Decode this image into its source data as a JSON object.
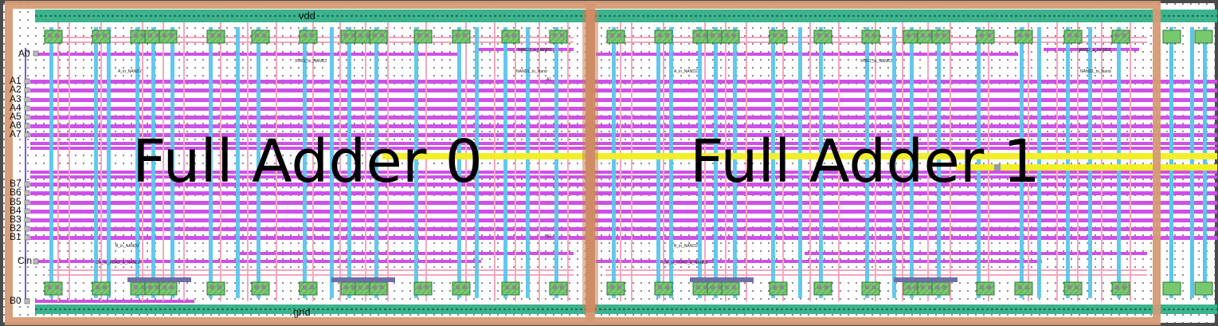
{
  "rails": {
    "vdd": "vdd",
    "gnd": "gnd"
  },
  "blocks": [
    {
      "label": "Full Adder 0"
    },
    {
      "label": "Full Adder 1"
    }
  ],
  "pins": {
    "a0": "A0",
    "a_bus": [
      "A1",
      "A2",
      "A3",
      "A4",
      "A5",
      "A6",
      "A7"
    ],
    "b_bus": [
      "B7",
      "B6",
      "B5",
      "B4",
      "B3",
      "B2",
      "B1"
    ],
    "cin": "Cin",
    "b0": "B0"
  },
  "net_labels": {
    "nand2_a": "NAND2_a_NAND3",
    "xor": "XOR1_to_NAND2",
    "a_in": "A_in_NAND2",
    "nand_b": "NAND1_to_Nand",
    "a1": "A1",
    "b_in": "B_in_NAND2",
    "cin_xor": "Cin_to_XOR2_&_NAND2",
    "b1": "B1"
  },
  "colors": {
    "frame": "#d59a74",
    "rail": "#3bb38d",
    "metal1": "#cf50e8",
    "metal2": "#5cc5ec",
    "poly": "#f4a7bf",
    "carry_bus": "#f1ef2a",
    "diffusion": "#78c86e",
    "background": "#ffffff"
  }
}
